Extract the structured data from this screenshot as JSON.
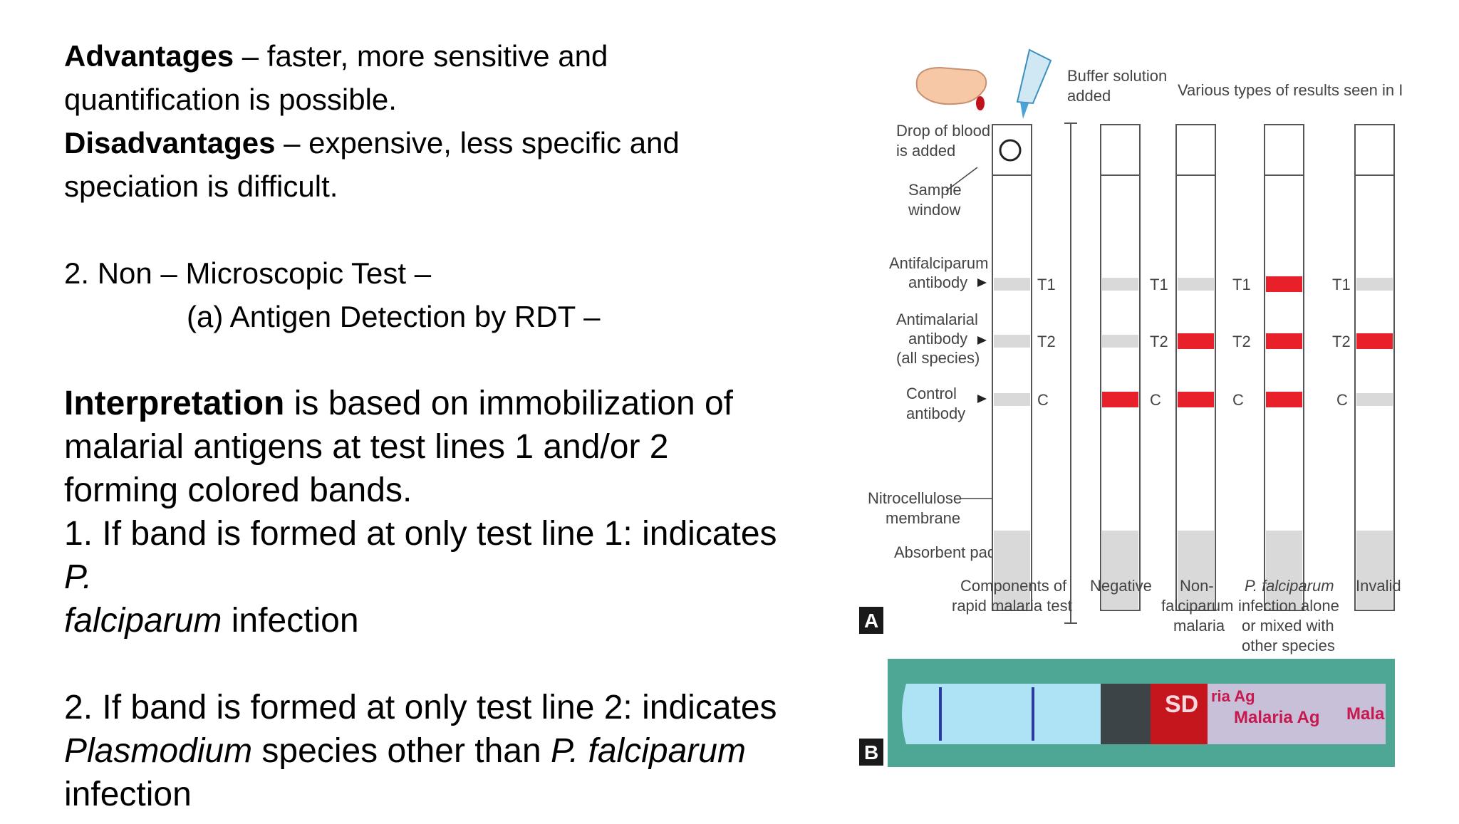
{
  "text": {
    "adv_label": "Advantages",
    "adv_text": " – faster, more sensitive and",
    "adv_text2": "quantification is possible.",
    "dis_label": "Disadvantages",
    "dis_text": " – expensive, less specific and",
    "dis_text2": "speciation is difficult.",
    "nm_heading": "2. Non – Microscopic Test –",
    "nm_sub": "(a) Antigen Detection by RDT –",
    "interp_label": "Interpretation",
    "interp_1": " is based on immobilization of",
    "interp_2": "malarial antigens at test lines 1 and/or 2",
    "interp_3": "forming colored bands.",
    "p1_a": "1. If band is formed at only test line 1: indicates",
    "p1_b": "P.",
    "p1_c": "falciparum",
    "p1_d": " infection",
    "p2_a": "2. If band is formed at only test line 2: indicates",
    "p2_b": "Plasmodium",
    "p2_c": " species other than ",
    "p2_d": "P. falciparum",
    "p2_e": "infection"
  },
  "figure": {
    "buffer": [
      "Buffer solution",
      "added"
    ],
    "various": "Various types of results seen in ICT",
    "drop": [
      "Drop of blood",
      "is added"
    ],
    "sample": [
      "Sample",
      "window"
    ],
    "antifalc": [
      "Antifalciparum",
      "antibody"
    ],
    "antimal": [
      "Antimalarial",
      "antibody",
      "(all species)"
    ],
    "control": [
      "Control",
      "antibody"
    ],
    "nitro": [
      "Nitrocellulose",
      "membrane"
    ],
    "absorbent": "Absorbent pad",
    "t1": "T1",
    "t2": "T2",
    "c": "C",
    "components": [
      "Components of",
      "rapid malaria test"
    ],
    "negative": "Negative",
    "nonfalc": [
      "Non-",
      "falciparum",
      "malaria"
    ],
    "pfalc": [
      "P. falciparum",
      "infection alone",
      "or mixed with",
      "other species"
    ],
    "invalid": "Invalid",
    "label_a": "A",
    "label_b": "B",
    "photo_sd": "SD",
    "photo_ag1": "ria Ag",
    "photo_ag2": "Malaria Ag",
    "photo_ag3": "Mala",
    "colors": {
      "band_red": "#e8202a",
      "band_grey": "#d9d9d9",
      "photo_bg": "#4ea695",
      "strip_blue": "#aee3f5"
    }
  }
}
